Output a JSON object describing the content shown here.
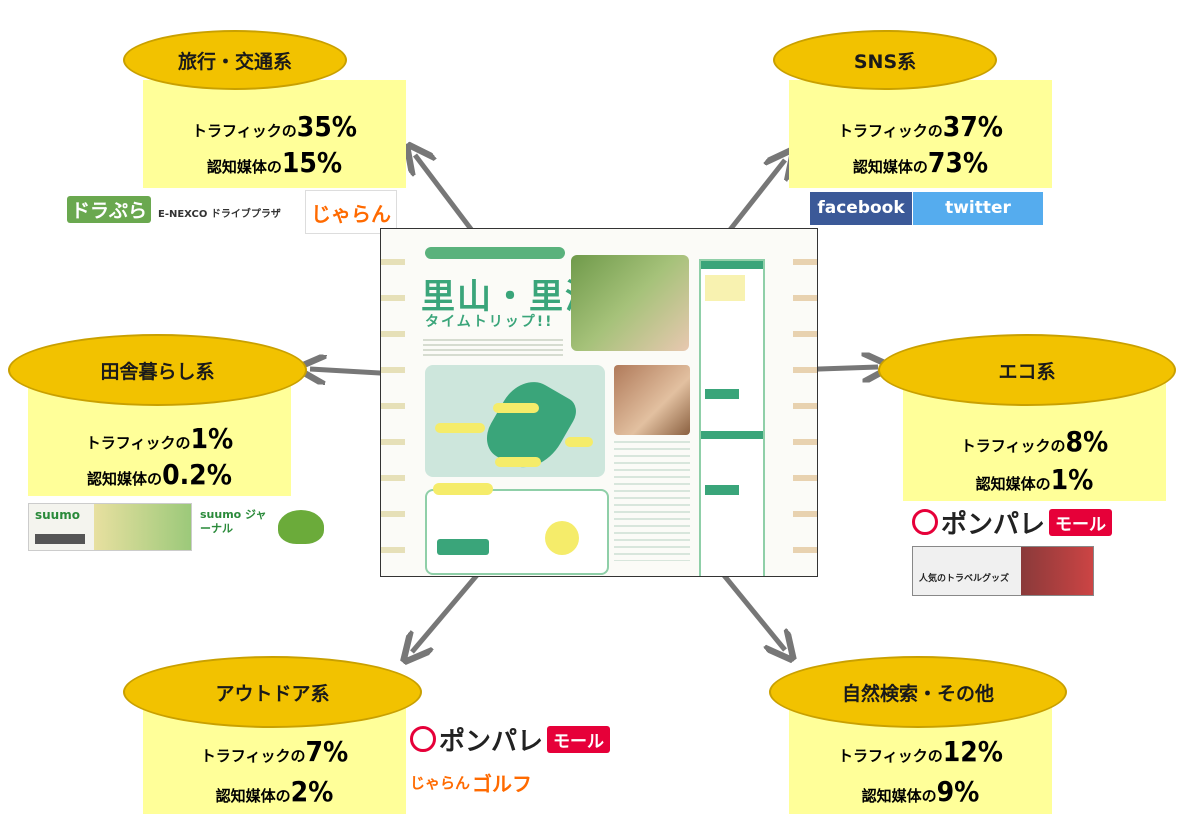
{
  "center": {
    "site_label": "里山・里海",
    "site_sub": "タイムトリップ!!"
  },
  "categories": [
    {
      "id": "travel",
      "title": "旅行・交通系",
      "traffic_label": "トラフィックの",
      "traffic": "35%",
      "media_label": "認知媒体の",
      "media": "15%",
      "logos": [
        "ドラぷら",
        "E-NEXCO ドライブプラザ",
        "じゃらん"
      ]
    },
    {
      "id": "sns",
      "title": "SNS系",
      "traffic_label": "トラフィックの",
      "traffic": "37%",
      "media_label": "認知媒体の",
      "media": "73%",
      "logos": [
        "facebook",
        "twitter"
      ]
    },
    {
      "id": "countryside",
      "title": "田舎暮らし系",
      "traffic_label": "トラフィックの",
      "traffic": "1%",
      "media_label": "認知媒体の",
      "media": "0.2%",
      "logos": [
        "suumo",
        "suumo ジャーナル"
      ]
    },
    {
      "id": "eco",
      "title": "エコ系",
      "traffic_label": "トラフィックの",
      "traffic": "8%",
      "media_label": "認知媒体の",
      "media": "1%",
      "logos": [
        "ポンパレ",
        "モール",
        "人気のトラベルグッズ"
      ]
    },
    {
      "id": "outdoor",
      "title": "アウトドア系",
      "traffic_label": "トラフィックの",
      "traffic": "7%",
      "media_label": "認知媒体の",
      "media": "2%",
      "logos": [
        "ポンパレ",
        "モール",
        "じゃらん",
        "ゴルフ"
      ]
    },
    {
      "id": "natural",
      "title": "自然検索・その他",
      "traffic_label": "トラフィックの",
      "traffic": "12%",
      "media_label": "認知媒体の",
      "media": "9%",
      "logos": []
    }
  ],
  "colors": {
    "ellipse": "#f2c200",
    "box": "#ffff99",
    "arrow": "#777777",
    "facebook": "#3b5998",
    "twitter": "#55acee",
    "ponpare": "#e60039"
  }
}
